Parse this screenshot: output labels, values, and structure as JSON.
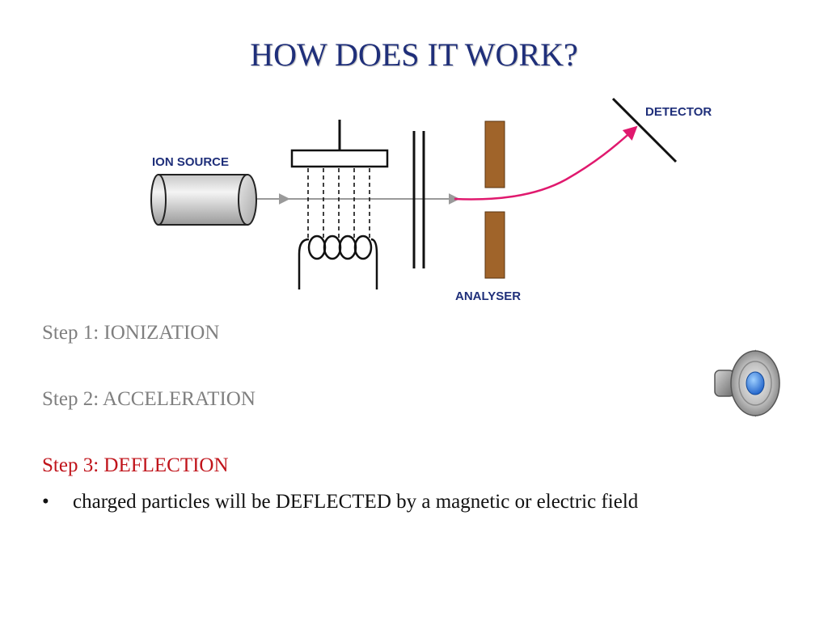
{
  "title": "HOW DOES IT WORK?",
  "diagram": {
    "ion_source_label": "ION SOURCE",
    "analyser_label": "ANALYSER",
    "detector_label": "DETECTOR",
    "beam_color": "#9a9a9a",
    "deflected_path_color": "#e0196e",
    "analyser_plate_color": "#a0642a"
  },
  "steps": [
    {
      "label": "Step 1: IONIZATION",
      "color": "#7f7f7f"
    },
    {
      "label": "Step 2: ACCELERATION",
      "color": "#7f7f7f"
    },
    {
      "label": "Step 3: DEFLECTION",
      "color": "#c0141b"
    }
  ],
  "bullet": {
    "symbol": "•",
    "text": "charged particles will be DEFLECTED by a magnetic or electric field"
  },
  "speaker_icon": "speaker-icon"
}
